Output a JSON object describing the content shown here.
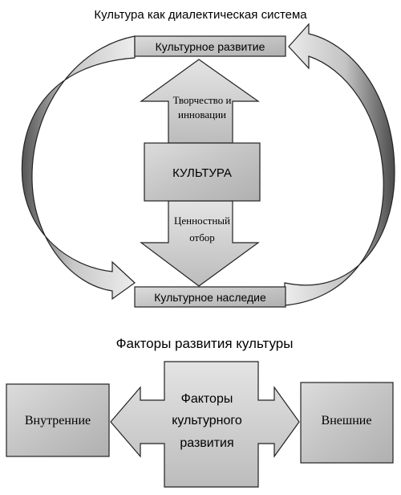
{
  "diagram1": {
    "title": "Культура как диалектическая система",
    "top_box": "Культурное развитие",
    "center_box": "КУЛЬТУРА",
    "up_arrow_line1": "Творчество и",
    "up_arrow_line2": "инновации",
    "down_arrow_line1": "Ценностный",
    "down_arrow_line2": "отбор",
    "bottom_box": "Культурное наследие"
  },
  "diagram2": {
    "title": "Факторы развития культуры",
    "left_box": "Внутренние",
    "center_line1": "Факторы",
    "center_line2": "культурного",
    "center_line3": "развития",
    "right_box": "Внешние"
  }
}
